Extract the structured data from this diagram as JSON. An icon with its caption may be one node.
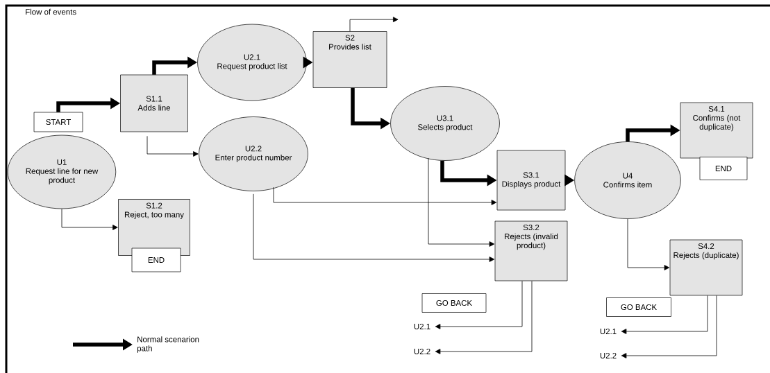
{
  "diagram": {
    "title": "Flow of events",
    "nodes": [
      {
        "text": [
          "START"
        ]
      },
      {
        "text": [
          "U1",
          "Request line for new product"
        ]
      },
      {
        "text": [
          "S1.1",
          "Adds line"
        ]
      },
      {
        "text": [
          "U2.1",
          "Request product list"
        ]
      },
      {
        "text": [
          "U2.2",
          "Enter product number"
        ]
      },
      {
        "text": [
          "S2",
          "Provides list"
        ]
      },
      {
        "text": [
          "U3.1",
          "Selects product"
        ]
      },
      {
        "text": [
          "S3.1",
          "Displays product"
        ]
      },
      {
        "text": [
          "U4",
          "Confirms item"
        ]
      },
      {
        "text": [
          "S4.1",
          "Confirms (not duplicate)"
        ]
      },
      {
        "text": [
          "END"
        ]
      },
      {
        "text": [
          "S1.2",
          "Reject, too many"
        ]
      },
      {
        "text": [
          "END"
        ]
      },
      {
        "text": [
          "S3.2",
          "Rejects (invalid product)"
        ]
      },
      {
        "text": [
          "S4.2",
          "Rejects (duplicate)"
        ]
      },
      {
        "text": [
          "GO BACK"
        ]
      },
      {
        "text": [
          "GO BACK"
        ]
      },
      {
        "text": [
          "U2.1"
        ]
      },
      {
        "text": [
          "U2.2"
        ]
      },
      {
        "text": [
          "U2.1"
        ]
      },
      {
        "text": [
          "U2.2"
        ]
      }
    ],
    "edges": [
      {
        "from": 0,
        "to": 2,
        "arrow": "to",
        "style": "thick"
      },
      {
        "from": 2,
        "to": 3,
        "arrow": "to",
        "style": "thick"
      },
      {
        "from": 3,
        "to": 5,
        "arrow": "to",
        "style": "thick"
      },
      {
        "from": 5,
        "to": 6,
        "arrow": "to",
        "style": "thick"
      },
      {
        "from": 6,
        "to": 7,
        "arrow": "to",
        "style": "thick"
      },
      {
        "from": 7,
        "to": 8,
        "arrow": "to",
        "style": "thick"
      },
      {
        "from": 8,
        "to": 9,
        "arrow": "to",
        "style": "thick"
      },
      {
        "from": 2,
        "to": 4,
        "arrow": "to"
      },
      {
        "from": 1,
        "to": 11,
        "arrow": "to"
      },
      {
        "from": 4,
        "to": 7,
        "arrow": "to"
      },
      {
        "from": 4,
        "to": 13,
        "arrow": "to"
      },
      {
        "from": 6,
        "to": 13,
        "arrow": "to"
      },
      {
        "from": 8,
        "to": 14,
        "arrow": "to"
      },
      {
        "from": 5,
        "to": null,
        "arrow": "to"
      },
      {
        "from": 13,
        "to": 17,
        "arrow": "to"
      },
      {
        "from": 13,
        "to": 18,
        "arrow": "to"
      },
      {
        "from": 14,
        "to": 19,
        "arrow": "to"
      },
      {
        "from": 14,
        "to": 20,
        "arrow": "to"
      }
    ],
    "legend": [
      {
        "text": "Normal scenarion path"
      }
    ]
  }
}
